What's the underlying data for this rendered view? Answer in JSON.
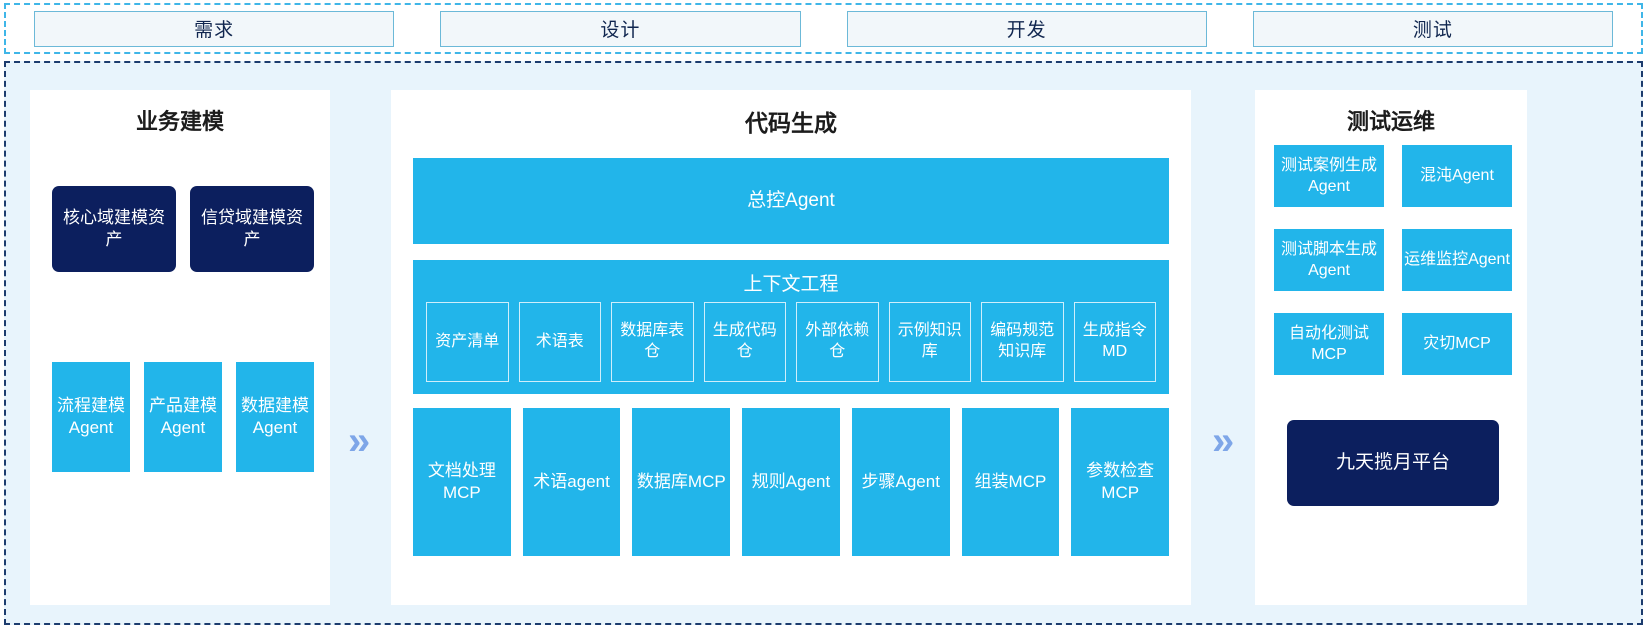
{
  "phases": {
    "items": [
      {
        "label": "需求"
      },
      {
        "label": "设计"
      },
      {
        "label": "开发"
      },
      {
        "label": "测试"
      }
    ]
  },
  "flow": {
    "arrow_1": "»",
    "arrow_2": "»"
  },
  "business_modeling": {
    "title": "业务建模",
    "assets": [
      {
        "label": "核心域建模资产"
      },
      {
        "label": "信贷域建模资产"
      }
    ],
    "agents": [
      {
        "label": "流程建模Agent"
      },
      {
        "label": "产品建模Agent"
      },
      {
        "label": "数据建模Agent"
      }
    ]
  },
  "code_generation": {
    "title": "代码生成",
    "master_agent": "总控Agent",
    "context_engineering": {
      "title": "上下文工程",
      "items": [
        {
          "label": "资产清单"
        },
        {
          "label": "术语表"
        },
        {
          "label": "数据库表仓"
        },
        {
          "label": "生成代码仓"
        },
        {
          "label": "外部依赖仓"
        },
        {
          "label": "示例知识库"
        },
        {
          "label": "编码规范知识库"
        },
        {
          "label": "生成指令MD"
        }
      ]
    },
    "tools": [
      {
        "label": "文档处理MCP"
      },
      {
        "label": "术语agent"
      },
      {
        "label": "数据库MCP"
      },
      {
        "label": "规则Agent"
      },
      {
        "label": "步骤Agent"
      },
      {
        "label": "组装MCP"
      },
      {
        "label": "参数检查MCP"
      }
    ]
  },
  "test_ops": {
    "title": "测试运维",
    "items": [
      {
        "label": "测试案例生成Agent"
      },
      {
        "label": "混沌Agent"
      },
      {
        "label": "测试脚本生成Agent"
      },
      {
        "label": "运维监控Agent"
      },
      {
        "label": "自动化测试MCP"
      },
      {
        "label": "灾切MCP"
      }
    ],
    "platform": "九天揽月平台"
  },
  "colors": {
    "navy": "#0c1f5e",
    "cyan": "#22b5ea",
    "canvas_bg": "#e8f4fc",
    "panel_bg": "#ffffff",
    "phase_tab_bg": "#f2f7fa",
    "chevron": "#7ea6e8"
  }
}
